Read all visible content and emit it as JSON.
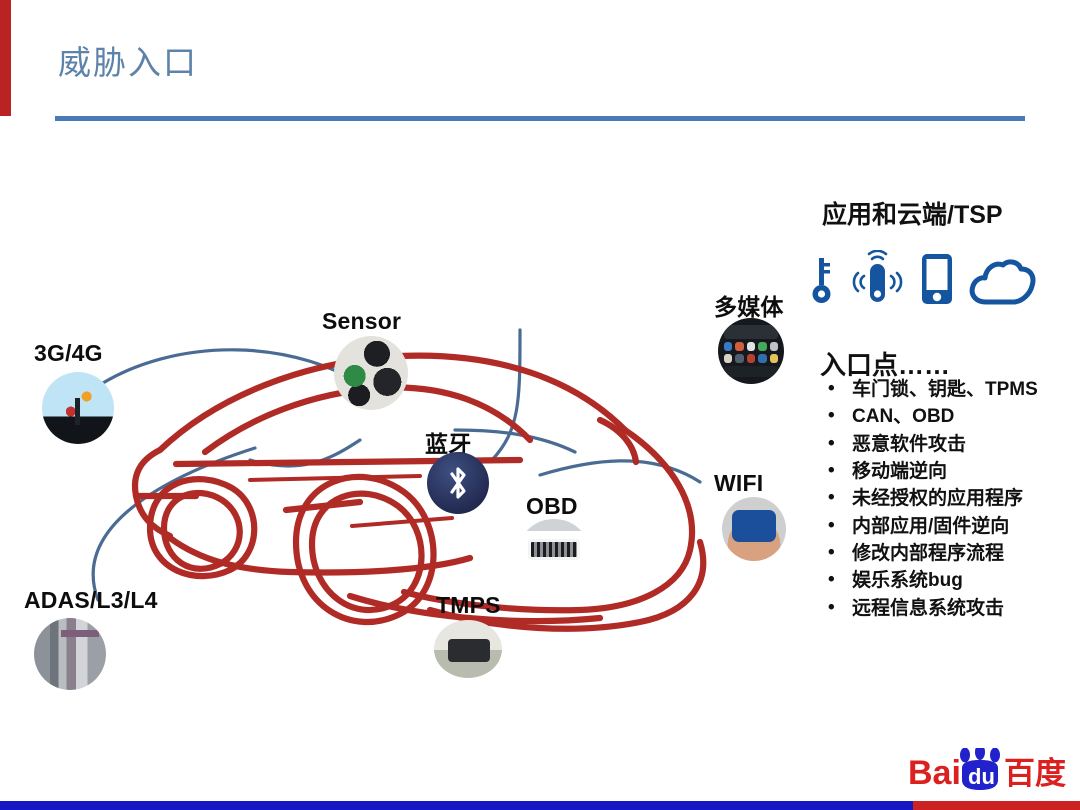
{
  "slide": {
    "title": "威胁入口",
    "accent_red": "#b92323",
    "accent_blue": "#4a7ab5",
    "title_color": "#5d83aa"
  },
  "cloud_section": {
    "heading": "应用和云端/TSP",
    "icons": [
      {
        "name": "key-icon",
        "label": "key"
      },
      {
        "name": "key-fob-wireless-icon",
        "label": "key fob"
      },
      {
        "name": "smartphone-icon",
        "label": "smartphone"
      },
      {
        "name": "cloud-icon",
        "label": "cloud"
      }
    ],
    "icon_color": "#15549f"
  },
  "entry_points": {
    "heading": "入口点……",
    "items": [
      "车门锁、钥匙、TPMS",
      "CAN、OBD",
      "恶意软件攻击",
      "移动端逆向",
      "未经授权的应用程序",
      "内部应用/固件逆向",
      "修改内部程序流程",
      "娱乐系统bug",
      "远程信息系统攻击"
    ]
  },
  "diagram": {
    "car_outline_color": "#b02b26",
    "connector_color": "#4a6b93",
    "nodes": [
      {
        "id": "3g4g",
        "label": "3G/4G",
        "thumb": "cell-tower-photo"
      },
      {
        "id": "adas",
        "label": "ADAS/L3/L4",
        "thumb": "ecu-server-photo"
      },
      {
        "id": "sensor",
        "label": "Sensor",
        "thumb": "sensor-components-photo"
      },
      {
        "id": "bluetooth",
        "label": "蓝牙",
        "thumb": "bluetooth-logo"
      },
      {
        "id": "obd",
        "label": "OBD",
        "thumb": "obd-connector-photo"
      },
      {
        "id": "tmps",
        "label": "TMPS",
        "thumb": "tpms-sensor-photo"
      },
      {
        "id": "multimedia",
        "label": "多媒体",
        "thumb": "tablet-screen-photo"
      },
      {
        "id": "wifi",
        "label": "WIFI",
        "thumb": "wifi-logo-photo"
      }
    ]
  },
  "branding": {
    "logo_bai": "Bai",
    "logo_du": "du",
    "logo_cn": "百度",
    "logo_red": "#dc1f1f",
    "logo_blue": "#2222cc"
  }
}
